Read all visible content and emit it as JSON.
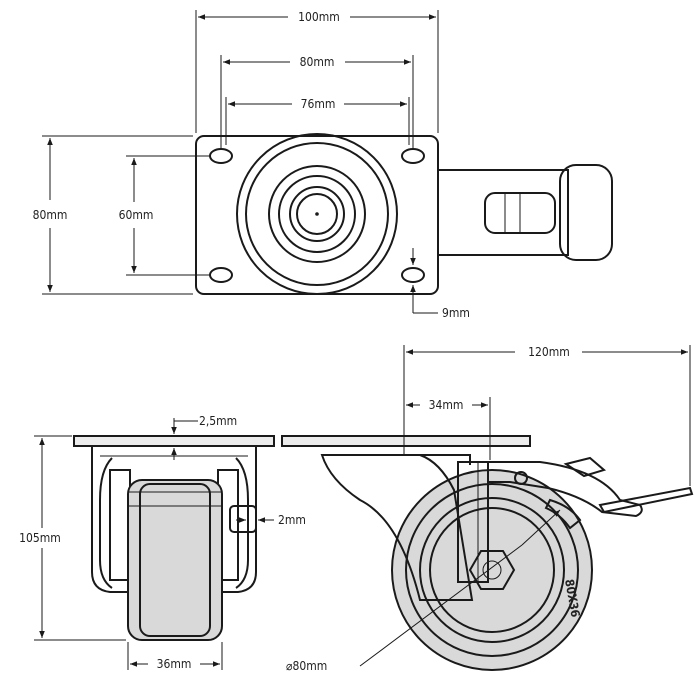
{
  "dimensions": {
    "plate_width": "100mm",
    "outer_hole_spacing": "80mm",
    "inner_hole_spacing": "76mm",
    "plate_height": "80mm",
    "hole_spacing_vertical": "60mm",
    "slot_size": "9mm",
    "plate_thickness": "2,5mm",
    "fork_thickness": "2mm",
    "overall_height": "105mm",
    "wheel_width": "36mm",
    "total_length": "120mm",
    "offset": "34mm",
    "wheel_diameter": "⌀80mm"
  },
  "wheel_marking": "80X36",
  "colors": {
    "line": "#1a1a1a",
    "wheel_gray": "#d9d9d9",
    "plate_gray": "#ececec",
    "background": "#ffffff"
  }
}
